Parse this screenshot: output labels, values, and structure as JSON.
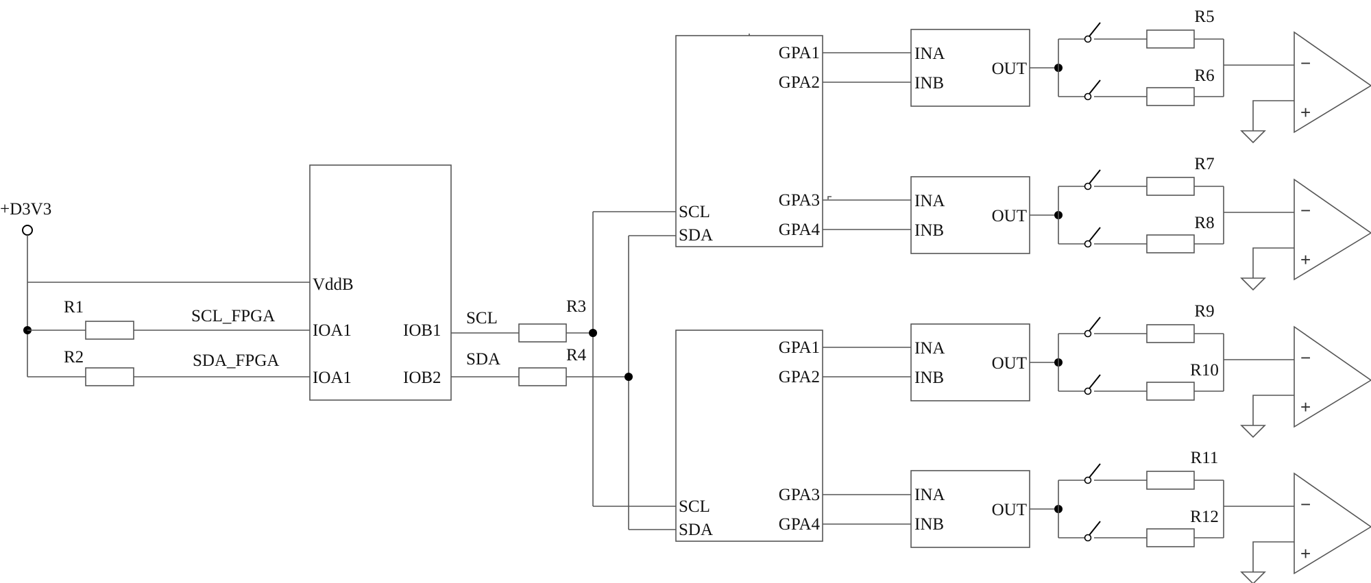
{
  "power": {
    "label": "+D3V3"
  },
  "pullups": [
    {
      "ref": "R1",
      "net": "SCL_FPGA",
      "pin": "IOA1"
    },
    {
      "ref": "R2",
      "net": "SDA_FPGA",
      "pin": "IOA1"
    }
  ],
  "level_shifter": {
    "supply_pin": "VddB",
    "left_pins": [
      "IOA1",
      "IOA1"
    ],
    "right_pins": [
      "IOB1",
      "IOB2"
    ]
  },
  "series_resistors": [
    {
      "ref": "R3",
      "net": "SCL"
    },
    {
      "ref": "R4",
      "net": "SDA"
    }
  ],
  "expanders": [
    {
      "scl_pin": "SCL",
      "sda_pin": "SDA",
      "gpio_pins": [
        "GPA1",
        "GPA2",
        "GPA3",
        "GPA4"
      ]
    },
    {
      "scl_pin": "SCL",
      "sda_pin": "SDA",
      "gpio_pins": [
        "GPA1",
        "GPA2",
        "GPA3",
        "GPA4"
      ]
    }
  ],
  "channels": [
    {
      "in_a": "INA",
      "in_b": "INB",
      "out": "OUT",
      "r_top": "R5",
      "r_bottom": "R6",
      "minus": "−",
      "plus": "+"
    },
    {
      "in_a": "INA",
      "in_b": "INB",
      "out": "OUT",
      "r_top": "R7",
      "r_bottom": "R8",
      "minus": "−",
      "plus": "+"
    },
    {
      "in_a": "INA",
      "in_b": "INB",
      "out": "OUT",
      "r_top": "R9",
      "r_bottom": "R10",
      "minus": "−",
      "plus": "+"
    },
    {
      "in_a": "INA",
      "in_b": "INB",
      "out": "OUT",
      "r_top": "R11",
      "r_bottom": "R12",
      "minus": "−",
      "plus": "+"
    }
  ]
}
